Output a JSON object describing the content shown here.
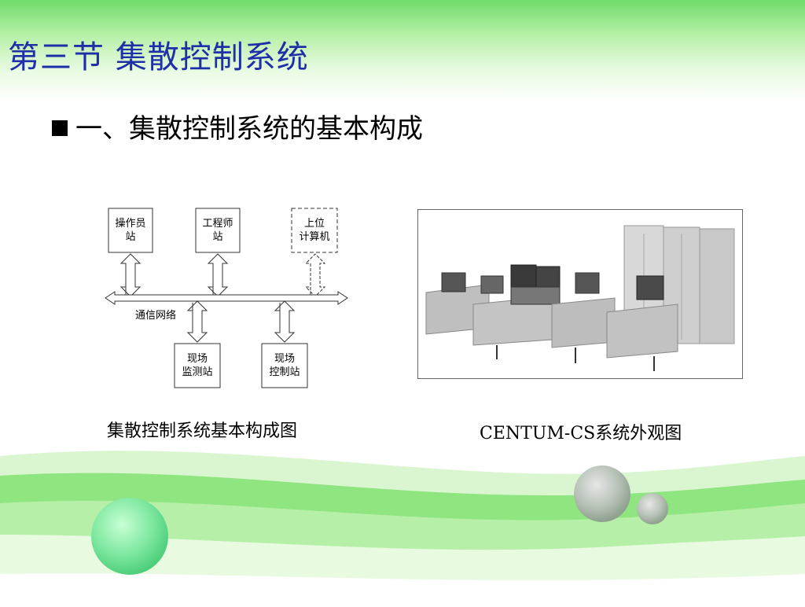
{
  "slide": {
    "title": "第三节 集散控制系统",
    "bullet_heading": "一、集散控制系统的基本构成"
  },
  "diagram": {
    "nodes": {
      "operator_line1": "操作员",
      "operator_line2": "站",
      "engineer_line1": "工程师",
      "engineer_line2": "站",
      "upper_line1": "上位",
      "upper_line2": "计算机",
      "field_monitor_line1": "现场",
      "field_monitor_line2": "监测站",
      "field_control_line1": "现场",
      "field_control_line2": "控制站"
    },
    "network_label": "通信网络"
  },
  "captions": {
    "left": "集散控制系统基本构成图",
    "right": "CENTUM-CS系统外观图"
  },
  "colors": {
    "title": "#1f2fa8",
    "green_band": "#6fdc6a",
    "wave_green": "#7fe07a"
  }
}
